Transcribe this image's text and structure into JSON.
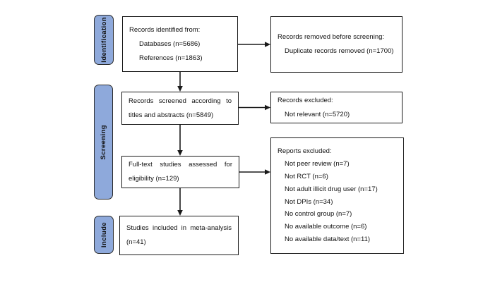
{
  "palette": {
    "stage_fill": "#8EA9DB",
    "stage_border": "#2b2b2b",
    "box_border": "#1a1a1a",
    "arrow": "#1a1a1a",
    "background": "#ffffff"
  },
  "stages": [
    {
      "label": "Identification"
    },
    {
      "label": "Screening"
    },
    {
      "label": "Include"
    }
  ],
  "main_boxes": [
    {
      "lines": [
        "Records identified from:",
        "Databases (n=5686)",
        "References (n=1863)"
      ]
    },
    {
      "lines": [
        "Records screened according to",
        "titles and abstracts (n=5849)"
      ]
    },
    {
      "lines": [
        "Full-text studies assessed for",
        "eligibility (n=129)"
      ]
    },
    {
      "lines": [
        "Studies included in meta-analysis",
        "(n=41)"
      ]
    }
  ],
  "side_boxes": [
    {
      "lines": [
        "Records removed before screening:",
        "Duplicate records removed (n=1700)"
      ]
    },
    {
      "lines": [
        "Records excluded:",
        "Not relevant (n=5720)"
      ]
    },
    {
      "lines": [
        "Reports excluded:",
        "Not peer review (n=7)",
        "Not RCT (n=6)",
        "Not adult illicit drug user (n=17)",
        "Not DPIs (n=34)",
        "No control group (n=7)",
        "No available outcome (n=6)",
        "No available data/text (n=11)"
      ]
    }
  ]
}
